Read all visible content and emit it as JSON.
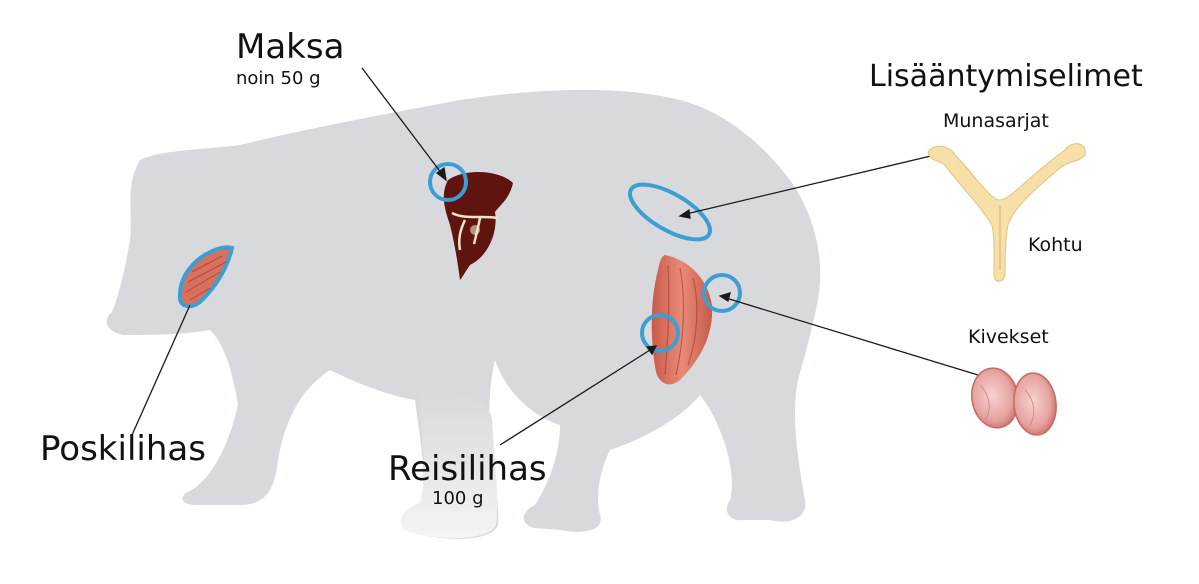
{
  "labels": {
    "maksa": "Maksa",
    "maksa_weight": "noin 50 g",
    "lisaantymiselimet": "Lisääntymiselimet",
    "munasarjat": "Munasarjat",
    "kohtu": "Kohtu",
    "kivekset": "Kivekset",
    "poskilihas": "Poskilihas",
    "reisilihas": "Reisilihas",
    "reisilihas_weight": "100 g"
  },
  "colors": {
    "bear": "#d8d9dc",
    "marker": "#3b9fd3",
    "liver": "#5f1410",
    "muscle": "#d9705d",
    "uterus": "#f7dfa8",
    "testes": "#e59a97"
  }
}
